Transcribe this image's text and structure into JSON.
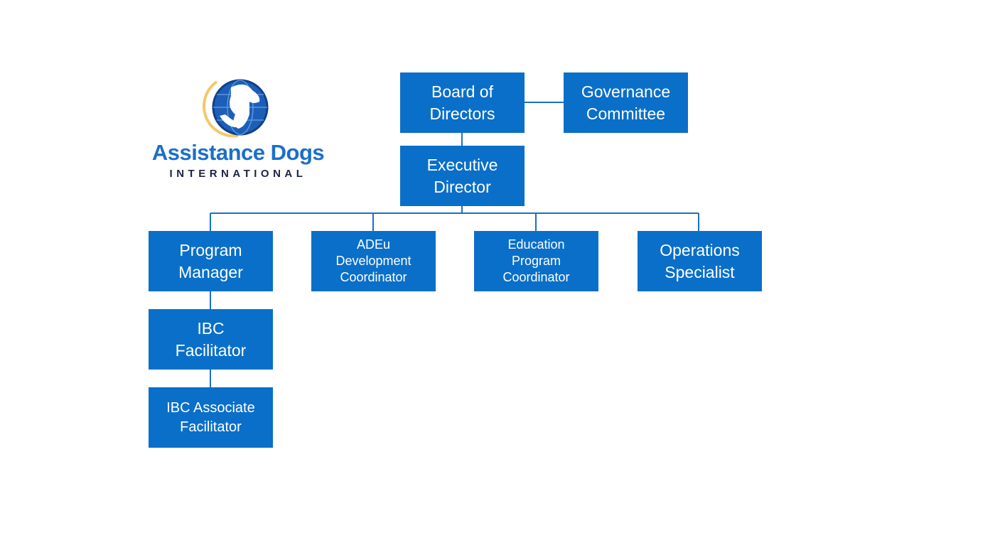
{
  "logo": {
    "title": "Assistance Dogs",
    "subtitle": "INTERNATIONAL"
  },
  "colors": {
    "box": "#0a6fc8",
    "line": "#1c6fc9",
    "text": "#ffffff"
  },
  "nodes": {
    "board": "Board of\nDirectors",
    "governance": "Governance\nCommittee",
    "executive": "Executive\nDirector",
    "program_manager": "Program\nManager",
    "adeu": "ADEu\nDevelopment\nCoordinator",
    "education": "Education\nProgram\nCoordinator",
    "operations": "Operations\nSpecialist",
    "ibc_facilitator": "IBC\nFacilitator",
    "ibc_associate": "IBC Associate\nFacilitator"
  }
}
